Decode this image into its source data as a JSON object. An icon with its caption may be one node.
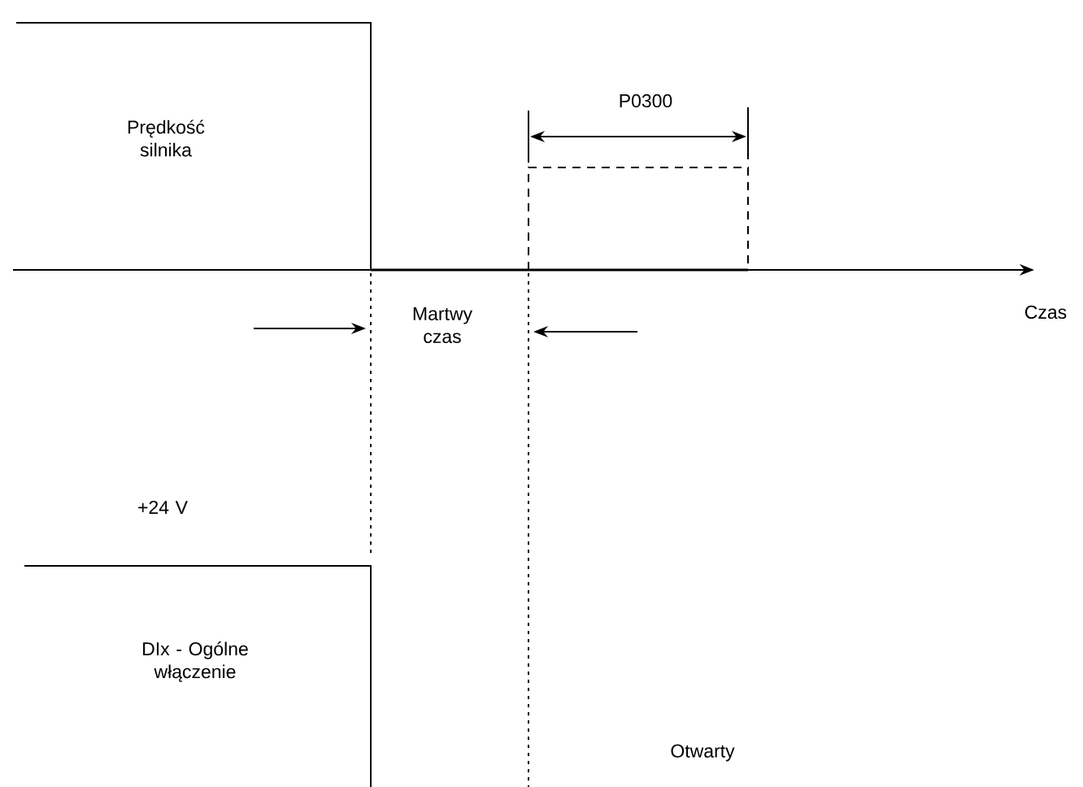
{
  "diagram": {
    "labels": [
      "Prędkość silnika",
      "P0300",
      "Martwy czas",
      "Czas",
      "+24 V",
      "DIx - Ogólne włączenie",
      "Otwarty"
    ]
  }
}
